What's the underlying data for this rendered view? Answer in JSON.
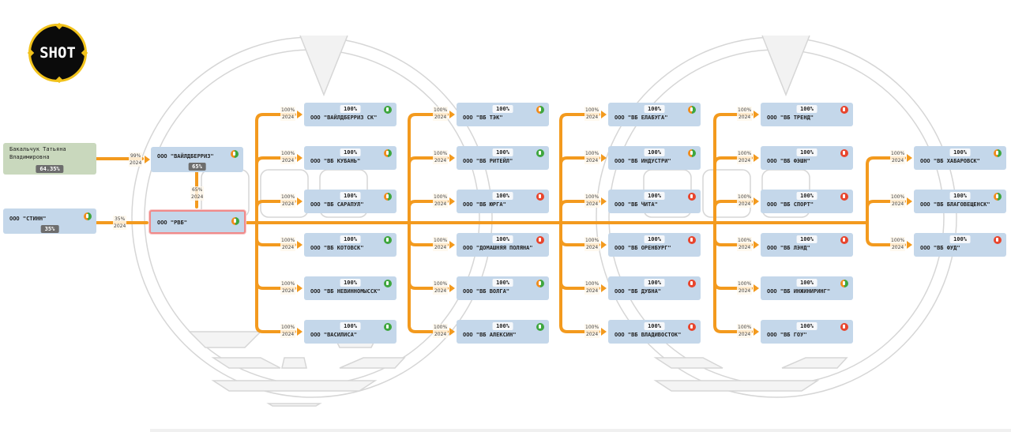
{
  "logo": {
    "text": "SHOT",
    "ring_color": "#f1c21b"
  },
  "colors": {
    "edge": "#f39a1e",
    "node_blue": "#c4d7ea",
    "node_green": "#c9d8bd",
    "highlight": "#f08a8a"
  },
  "owners": [
    {
      "name_line1": "Бакальчук Татьяна",
      "name_line2": "Владимировна",
      "badge": "64.35%"
    },
    {
      "name": "ООО \"СТИНН\"",
      "badge": "35%",
      "status": "mixed"
    }
  ],
  "wildberries": {
    "name": "ООО \"ВАЙЛДБЕРРИЗ\"",
    "badge": "65%",
    "status": "mixed"
  },
  "rvb": {
    "name": "ООО \"РВБ\"",
    "status": "mixed"
  },
  "edges": {
    "owner_to_wb": {
      "pct": "99%",
      "year": "2024"
    },
    "wb_to_rvb": {
      "pct": "65%",
      "year": "2024"
    },
    "stinn_to_rvb": {
      "pct": "35%",
      "year": "2024"
    },
    "child": {
      "pct": "100%",
      "year": "2024"
    }
  },
  "columns": [
    {
      "children": [
        {
          "name": "ООО \"ВАЙЛДБЕРРИЗ СК\"",
          "share": "100%",
          "status": "green"
        },
        {
          "name": "ООО \"ВБ КУБАНЬ\"",
          "share": "100%",
          "status": "mixed"
        },
        {
          "name": "ООО \"ВБ САРАПУЛ\"",
          "share": "100%",
          "status": "mixed"
        },
        {
          "name": "ООО \"ВБ КОТОВСК\"",
          "share": "100%",
          "status": "green"
        },
        {
          "name": "ООО \"ВБ НЕВИННОМЫССК\"",
          "share": "100%",
          "status": "green"
        },
        {
          "name": "ООО \"ВАСИЛИСА\"",
          "share": "100%",
          "status": "green"
        }
      ]
    },
    {
      "children": [
        {
          "name": "ООО \"ВБ ТЭК\"",
          "share": "100%",
          "status": "mixed"
        },
        {
          "name": "ООО \"ВБ РИТЕЙЛ\"",
          "share": "100%",
          "status": "green"
        },
        {
          "name": "ООО \"ВБ ЮРГА\"",
          "share": "100%",
          "status": "red"
        },
        {
          "name": "ООО \"ДОМАШНЯЯ ПОЛЯНА\"",
          "share": "100%",
          "status": "red"
        },
        {
          "name": "ООО \"ВБ ВОЛГА\"",
          "share": "100%",
          "status": "mixed"
        },
        {
          "name": "ООО \"ВБ АЛЕКСИН\"",
          "share": "100%",
          "status": "green"
        }
      ]
    },
    {
      "children": [
        {
          "name": "ООО \"ВБ ЕЛАБУГА\"",
          "share": "100%",
          "status": "mixed"
        },
        {
          "name": "ООО \"ВБ ИНДУСТРИ\"",
          "share": "100%",
          "status": "mixed"
        },
        {
          "name": "ООО \"ВБ ЧИТА\"",
          "share": "100%",
          "status": "red"
        },
        {
          "name": "ООО \"ВБ ОРЕНБУРГ\"",
          "share": "100%",
          "status": "red"
        },
        {
          "name": "ООО \"ВБ ДУБНА\"",
          "share": "100%",
          "status": "red"
        },
        {
          "name": "ООО \"ВБ ВЛАДИВОСТОК\"",
          "share": "100%",
          "status": "red"
        }
      ]
    },
    {
      "children": [
        {
          "name": "ООО \"ВБ ТРЕНД\"",
          "share": "100%",
          "status": "red"
        },
        {
          "name": "ООО \"ВБ ФЭШН\"",
          "share": "100%",
          "status": "red"
        },
        {
          "name": "ООО \"ВБ СПОРТ\"",
          "share": "100%",
          "status": "red"
        },
        {
          "name": "ООО \"ВБ ЛЭНД\"",
          "share": "100%",
          "status": "red"
        },
        {
          "name": "ООО \"ВБ ИНЖИНИРИНГ\"",
          "share": "100%",
          "status": "mixed"
        },
        {
          "name": "ООО \"ВБ ГОУ\"",
          "share": "100%",
          "status": "red"
        }
      ]
    },
    {
      "children": [
        {
          "name": "ООО \"ВБ ХАБАРОВСК\"",
          "share": "100%",
          "status": "mixed"
        },
        {
          "name": "ООО \"ВБ БЛАГОВЕЩЕНСК\"",
          "share": "100%",
          "status": "mixed"
        },
        {
          "name": "ООО \"ВБ ФУД\"",
          "share": "100%",
          "status": "red"
        }
      ]
    }
  ]
}
